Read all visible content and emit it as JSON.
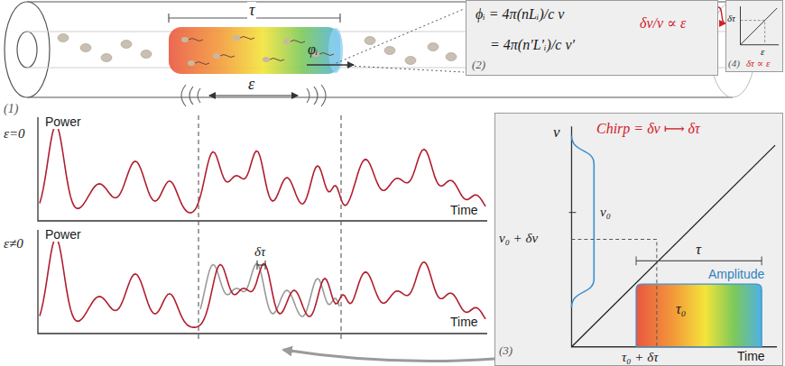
{
  "diagram": {
    "nodes": [
      {
        "text": [
          "ϕᵢ = 4π(nLᵢ)/c ν",
          "= 4π(n′L′ᵢ)/c ν′",
          "δν/ν ∝ ε",
          "(2)"
        ]
      },
      {
        "text": [
          "δτ",
          "ε",
          "δτ ∝ ε",
          "(4)"
        ]
      },
      {
        "text": [
          "Chirp = δν ⟼ δτ",
          "ν",
          "ν₀",
          "ν₀ + δν",
          "τ",
          "Amplitude",
          "τ₀",
          "τ₀ + δτ",
          "Time",
          "(3)"
        ]
      }
    ],
    "edges": [
      {
        "from": 0,
        "to": 1,
        "arrow": "to"
      }
    ],
    "labels": [
      "τ",
      "φᵢ",
      "ε",
      "(1)",
      "ε=0",
      "Power",
      "Time",
      "ε≠0",
      "Power",
      "δτ",
      "Time"
    ]
  }
}
